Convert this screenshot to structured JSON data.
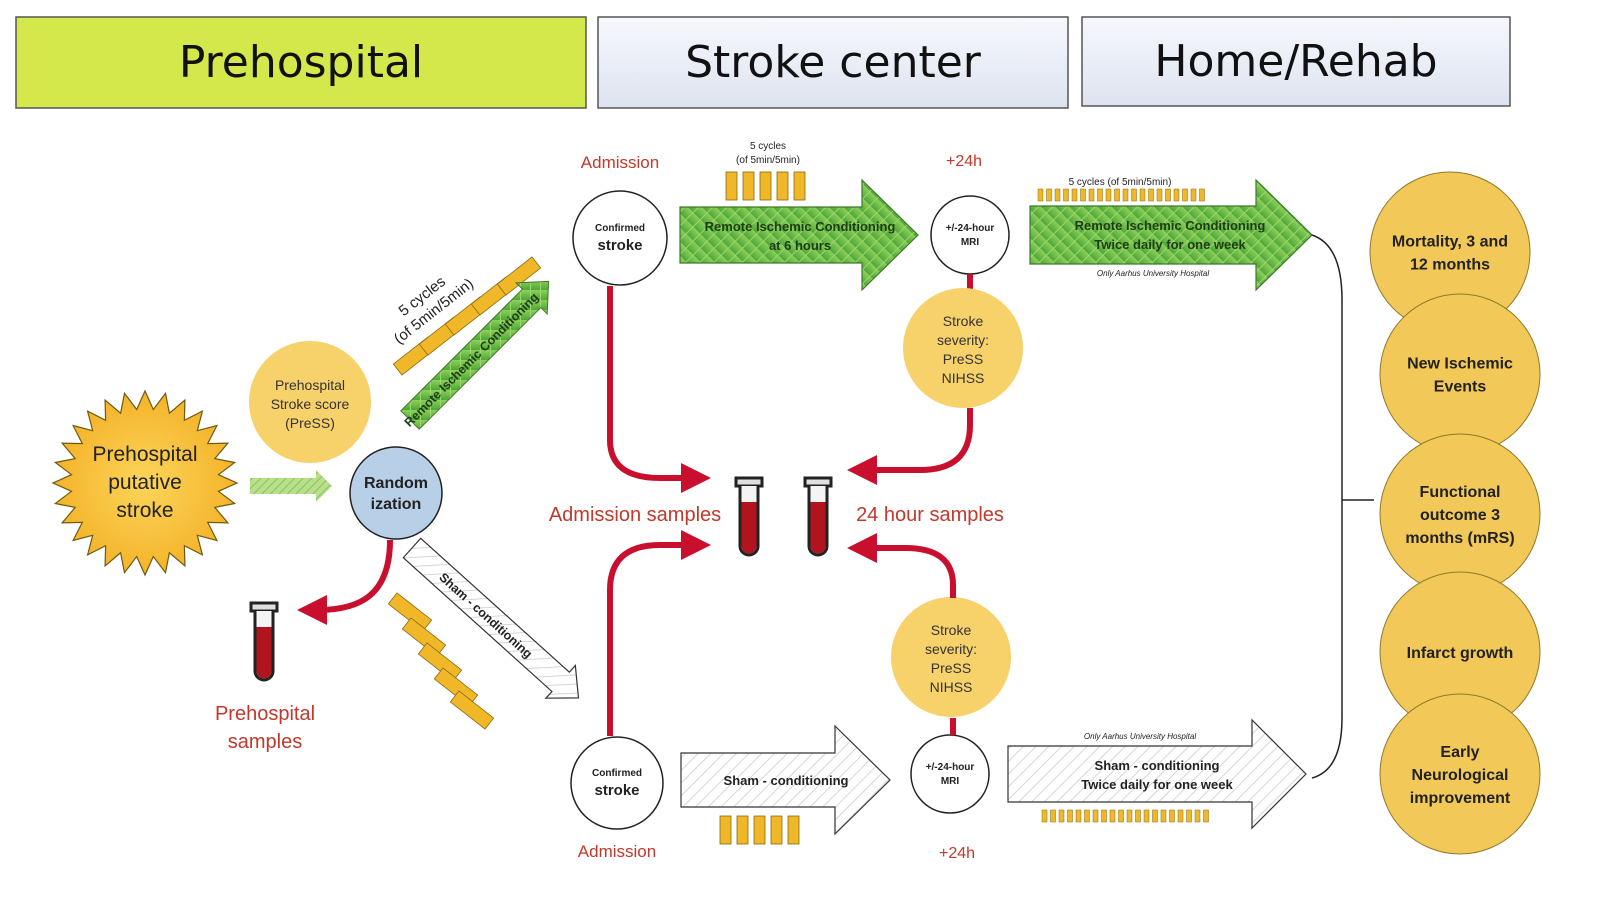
{
  "phases": {
    "prehospital": "Prehospital",
    "stroke_center": "Stroke center",
    "home_rehab": "Home/Rehab"
  },
  "start": {
    "line1": "Prehospital",
    "line2": "putative",
    "line3": "stroke"
  },
  "press_score": {
    "line1": "Prehospital",
    "line2": "Stroke score",
    "line3": "(PreSS)"
  },
  "randomization": {
    "line1": "Random",
    "line2": "ization"
  },
  "prehospital_samples": {
    "line1": "Prehospital",
    "line2": "samples"
  },
  "diagonal_cycles": {
    "line1": "5 cycles",
    "line2": "(of 5min/5min)"
  },
  "ric_diagonal": "Remote Ischemic Conditioning",
  "sham_diagonal": "Sham - conditioning",
  "top_arm": {
    "admission": "Admission",
    "confirmed": "Confirmed",
    "stroke": "stroke",
    "cycles_line1": "5 cycles",
    "cycles_line2": "(of 5min/5min)",
    "arrow_line1": "Remote Ischemic Conditioning",
    "arrow_line2": "at 6 hours",
    "plus24": "+24h",
    "mri_line1": "+/-24-hour",
    "mri_line2": "MRI",
    "severity": [
      "Stroke",
      "severity:",
      "PreSS",
      "NIHSS"
    ],
    "home_cycles": "5 cycles (of 5min/5min)",
    "home_arrow_line1": "Remote Ischemic Conditioning",
    "home_arrow_line2": "Twice daily for one week",
    "only_aarhus": "Only Aarhus University Hospital"
  },
  "bottom_arm": {
    "admission": "Admission",
    "confirmed": "Confirmed",
    "stroke": "stroke",
    "arrow_label": "Sham - conditioning",
    "plus24": "+24h",
    "mri_line1": "+/-24-hour",
    "mri_line2": "MRI",
    "severity": [
      "Stroke",
      "severity:",
      "PreSS",
      "NIHSS"
    ],
    "only_aarhus": "Only Aarhus University Hospital",
    "home_arrow_line1": "Sham - conditioning",
    "home_arrow_line2": "Twice daily for one week"
  },
  "samples": {
    "admission": "Admission samples",
    "hour24": "24 hour samples"
  },
  "outcomes": [
    [
      "Mortality, 3 and",
      "12 months"
    ],
    [
      "New Ischemic",
      "Events"
    ],
    [
      "Functional",
      "outcome 3",
      "months (mRS)"
    ],
    [
      "Infarct growth"
    ],
    [
      "Early",
      "Neurological",
      "improvement"
    ]
  ],
  "colors": {
    "prehospital_fill": "#d4e84c",
    "accent_red": "#c0392b",
    "arrow_red": "#c8102e",
    "yellow_bar": "#f0b828",
    "yellow_circle": "#f7d26b",
    "outcome_fill": "#f2c858",
    "green_arrow": "#6cc04a",
    "blue_circle": "#b8cfe8",
    "tube_red": "#b0141c"
  }
}
